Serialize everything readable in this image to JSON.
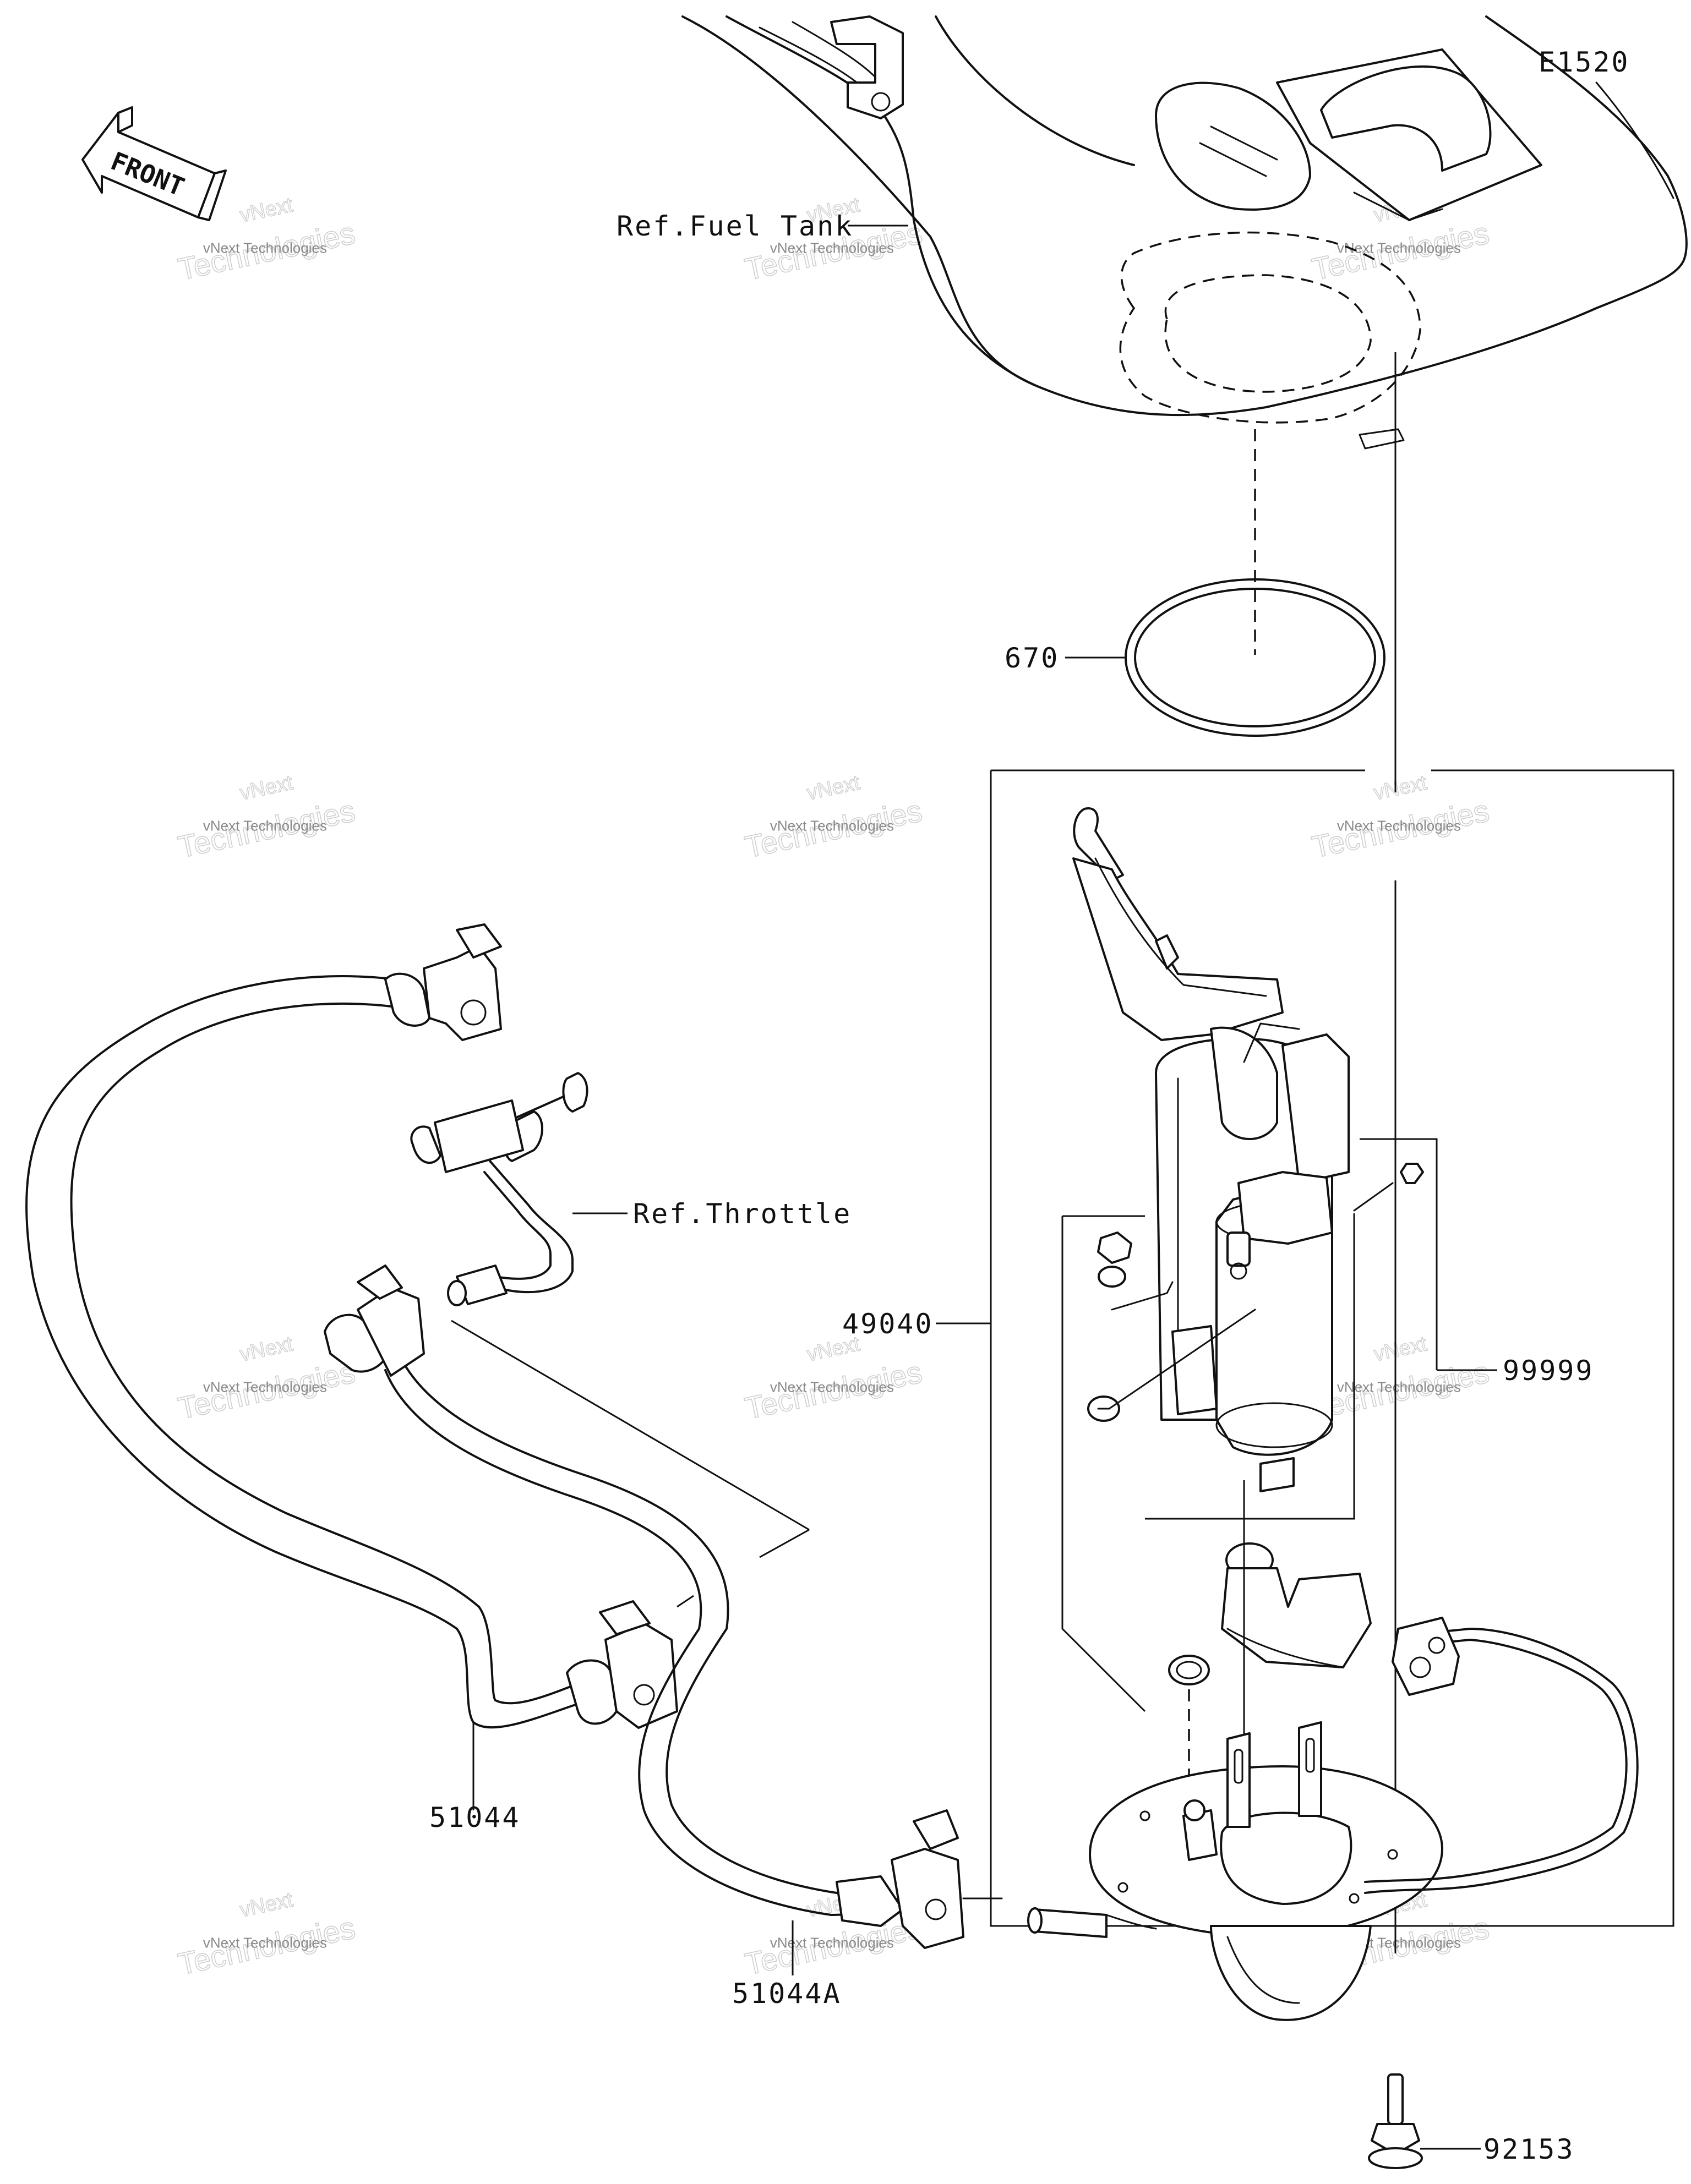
{
  "diagram_code": "E1520",
  "orientation": {
    "label": "FRONT",
    "icon": "front-arrow-icon"
  },
  "references": {
    "fuel_tank": "Ref.Fuel Tank",
    "throttle": "Ref.Throttle"
  },
  "callouts": [
    {
      "id": "gasket",
      "number": "670"
    },
    {
      "id": "fuel-pump-assy",
      "number": "49040"
    },
    {
      "id": "fuel-hose",
      "number": "51044"
    },
    {
      "id": "fuel-hose-a",
      "number": "51044A"
    },
    {
      "id": "pump-sub-set",
      "number": "99999"
    },
    {
      "id": "bolt",
      "number": "92153"
    }
  ],
  "watermark": {
    "brand": "vNext",
    "company": "vNext Technologies",
    "tag": "Technologies"
  }
}
